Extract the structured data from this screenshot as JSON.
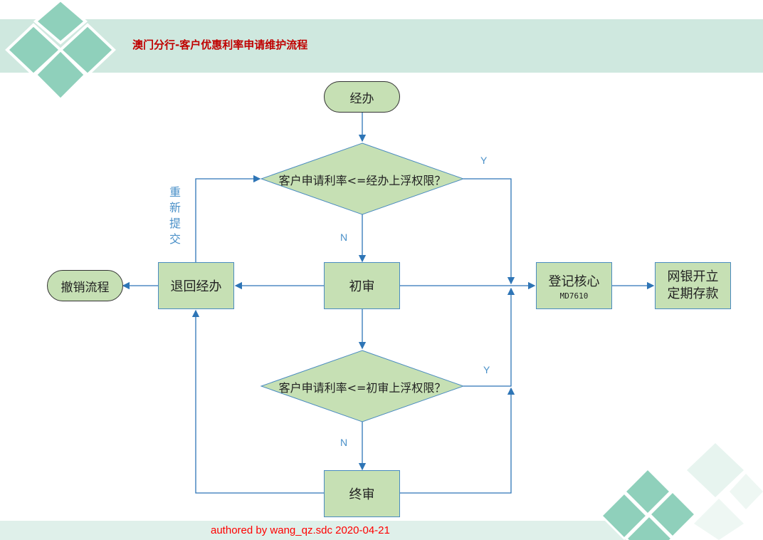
{
  "header": {
    "title": "澳门分行-客户优惠利率申请维护流程"
  },
  "footer": {
    "text": "authored by wang_qz.sdc 2020-04-21"
  },
  "nodes": {
    "start": "经办",
    "decision1": "客户申请利率<=经办上浮权限？",
    "first_review": "初审",
    "decision2": "客户申请利率<=初审上浮权限？",
    "final_review": "终审",
    "return": "退回经办",
    "cancel": "撤销流程",
    "register_core": "登记核心",
    "register_core_code": "MD7610",
    "netbank": "网银开立定期存款"
  },
  "edge_labels": {
    "d1_yes": "Y",
    "d1_no": "N",
    "d2_yes": "Y",
    "d2_no": "N",
    "resubmit": "重新提交"
  },
  "colors": {
    "header_band": "#cfe8df",
    "node_fill": "#c6e0b4",
    "line": "#2e75b6",
    "title": "#c00000",
    "footer_text": "#ff0000"
  }
}
